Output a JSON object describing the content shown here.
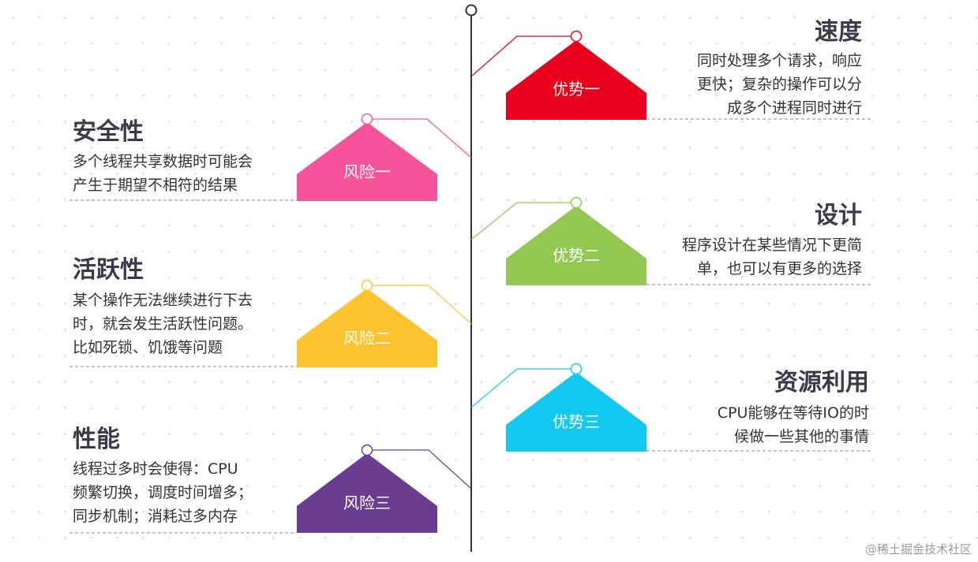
{
  "advantages": [
    {
      "badge": "优势一",
      "title": "速度",
      "description": "同时处理多个请求，响应\n更快；复杂的操作可以分\n成多个进程同时进行",
      "color": "#e8001c"
    },
    {
      "badge": "优势二",
      "title": "设计",
      "description": "程序设计在某些情况下更简\n单，也可以有更多的选择",
      "color": "#93c852"
    },
    {
      "badge": "优势三",
      "title": "资源利用",
      "description": "CPU能够在等待IO的时\n候做一些其他的事情",
      "color": "#13c8ef"
    }
  ],
  "risks": [
    {
      "badge": "风险一",
      "title": "安全性",
      "description": "多个线程共享数据时可能会\n产生于期望不相符的结果",
      "color": "#f6549a"
    },
    {
      "badge": "风险二",
      "title": "活跃性",
      "description": "某个操作无法继续进行下去\n时，就会发生活跃性问题。\n比如死锁、饥饿等问题",
      "color": "#fdc42f"
    },
    {
      "badge": "风险三",
      "title": "性能",
      "description": "线程过多时会使得：CPU\n频繁切换，调度时间增多；\n同步机制；消耗过多内存",
      "color": "#6a3d91"
    }
  ],
  "watermark": "@稀土掘金技术社区"
}
